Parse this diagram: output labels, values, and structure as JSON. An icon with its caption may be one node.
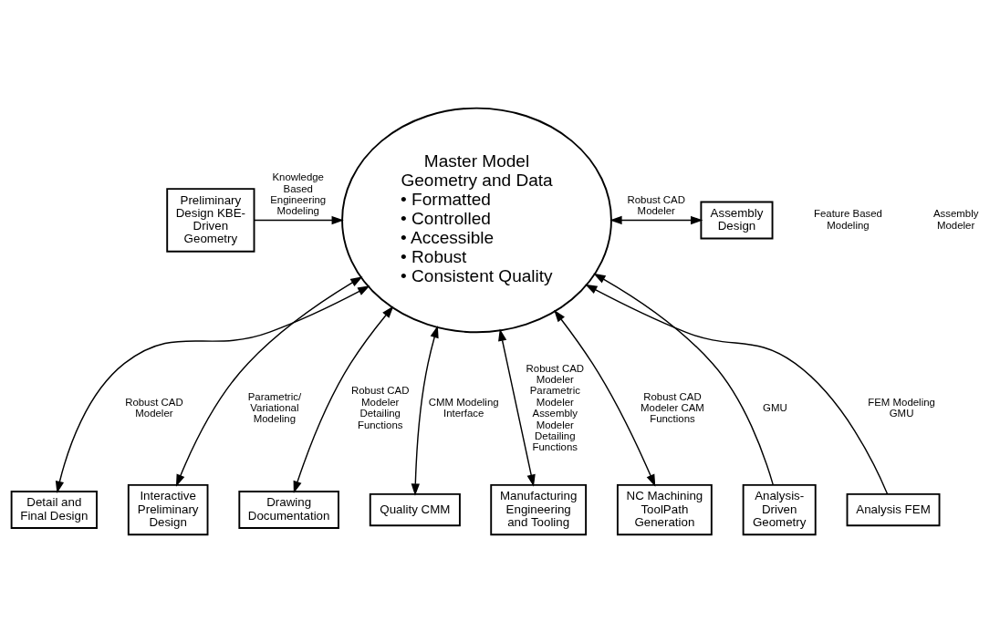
{
  "diagram": {
    "nodes": [
      {
        "text": [
          "Master Model Geometry and Data",
          "• Formatted",
          "• Controlled",
          "• Accessible",
          "• Robust",
          "• Consistent Quality"
        ]
      },
      {
        "text": [
          "Analysis-Driven Geometry"
        ]
      },
      {
        "text": [
          "Analysis FEM"
        ]
      },
      {
        "text": [
          "Detail and Final Design"
        ]
      },
      {
        "text": [
          "Interactive Preliminary Design"
        ]
      },
      {
        "text": [
          "Drawing Documentation"
        ]
      },
      {
        "text": [
          "Preliminary Design KBE-Driven Geometry"
        ]
      },
      {
        "text": [
          "Assembly Design"
        ]
      },
      {
        "text": [
          "Quality CMM"
        ]
      },
      {
        "text": [
          "Manufacturing Engineering and Tooling"
        ]
      },
      {
        "text": [
          "NC Machining ToolPath Generation"
        ]
      }
    ],
    "edges": [
      {
        "from": 1,
        "to": 0,
        "arrow": "to",
        "label": "GMU"
      },
      {
        "from": 0,
        "to": 3,
        "arrow": "both",
        "label": "Robust CAD Modeler"
      },
      {
        "from": 0,
        "to": 5,
        "arrow": "both",
        "label": "Robust CAD Modeler Detailing Functions"
      },
      {
        "from": 0,
        "to": 7,
        "arrow": "both",
        "label": "Robust CAD Modeler"
      },
      {
        "from": 0,
        "to": 8,
        "arrow": "both",
        "label": "CMM Modeling Interface"
      },
      {
        "from": 0,
        "to": 10,
        "arrow": "both",
        "label": "Robust CAD Modeler CAM Functions"
      },
      {
        "from": 0,
        "to": 9,
        "arrow": "both",
        "label": "Robust CAD Modeler Parametric Modeler Assembly Modeler Detailing Functions"
      },
      {
        "from": 6,
        "to": 0,
        "arrow": "to",
        "label": "Knowledge Based Engineering Modeling"
      },
      {
        "from": 0,
        "to": 4,
        "arrow": "both",
        "label": "Parametric/ Variational Modeling"
      },
      {
        "from": 2,
        "to": 0,
        "arrow": "to",
        "label": "FEM Modeling GMU"
      }
    ],
    "labels": [
      "Feature Based Modeling",
      "Assembly Modeler"
    ]
  }
}
